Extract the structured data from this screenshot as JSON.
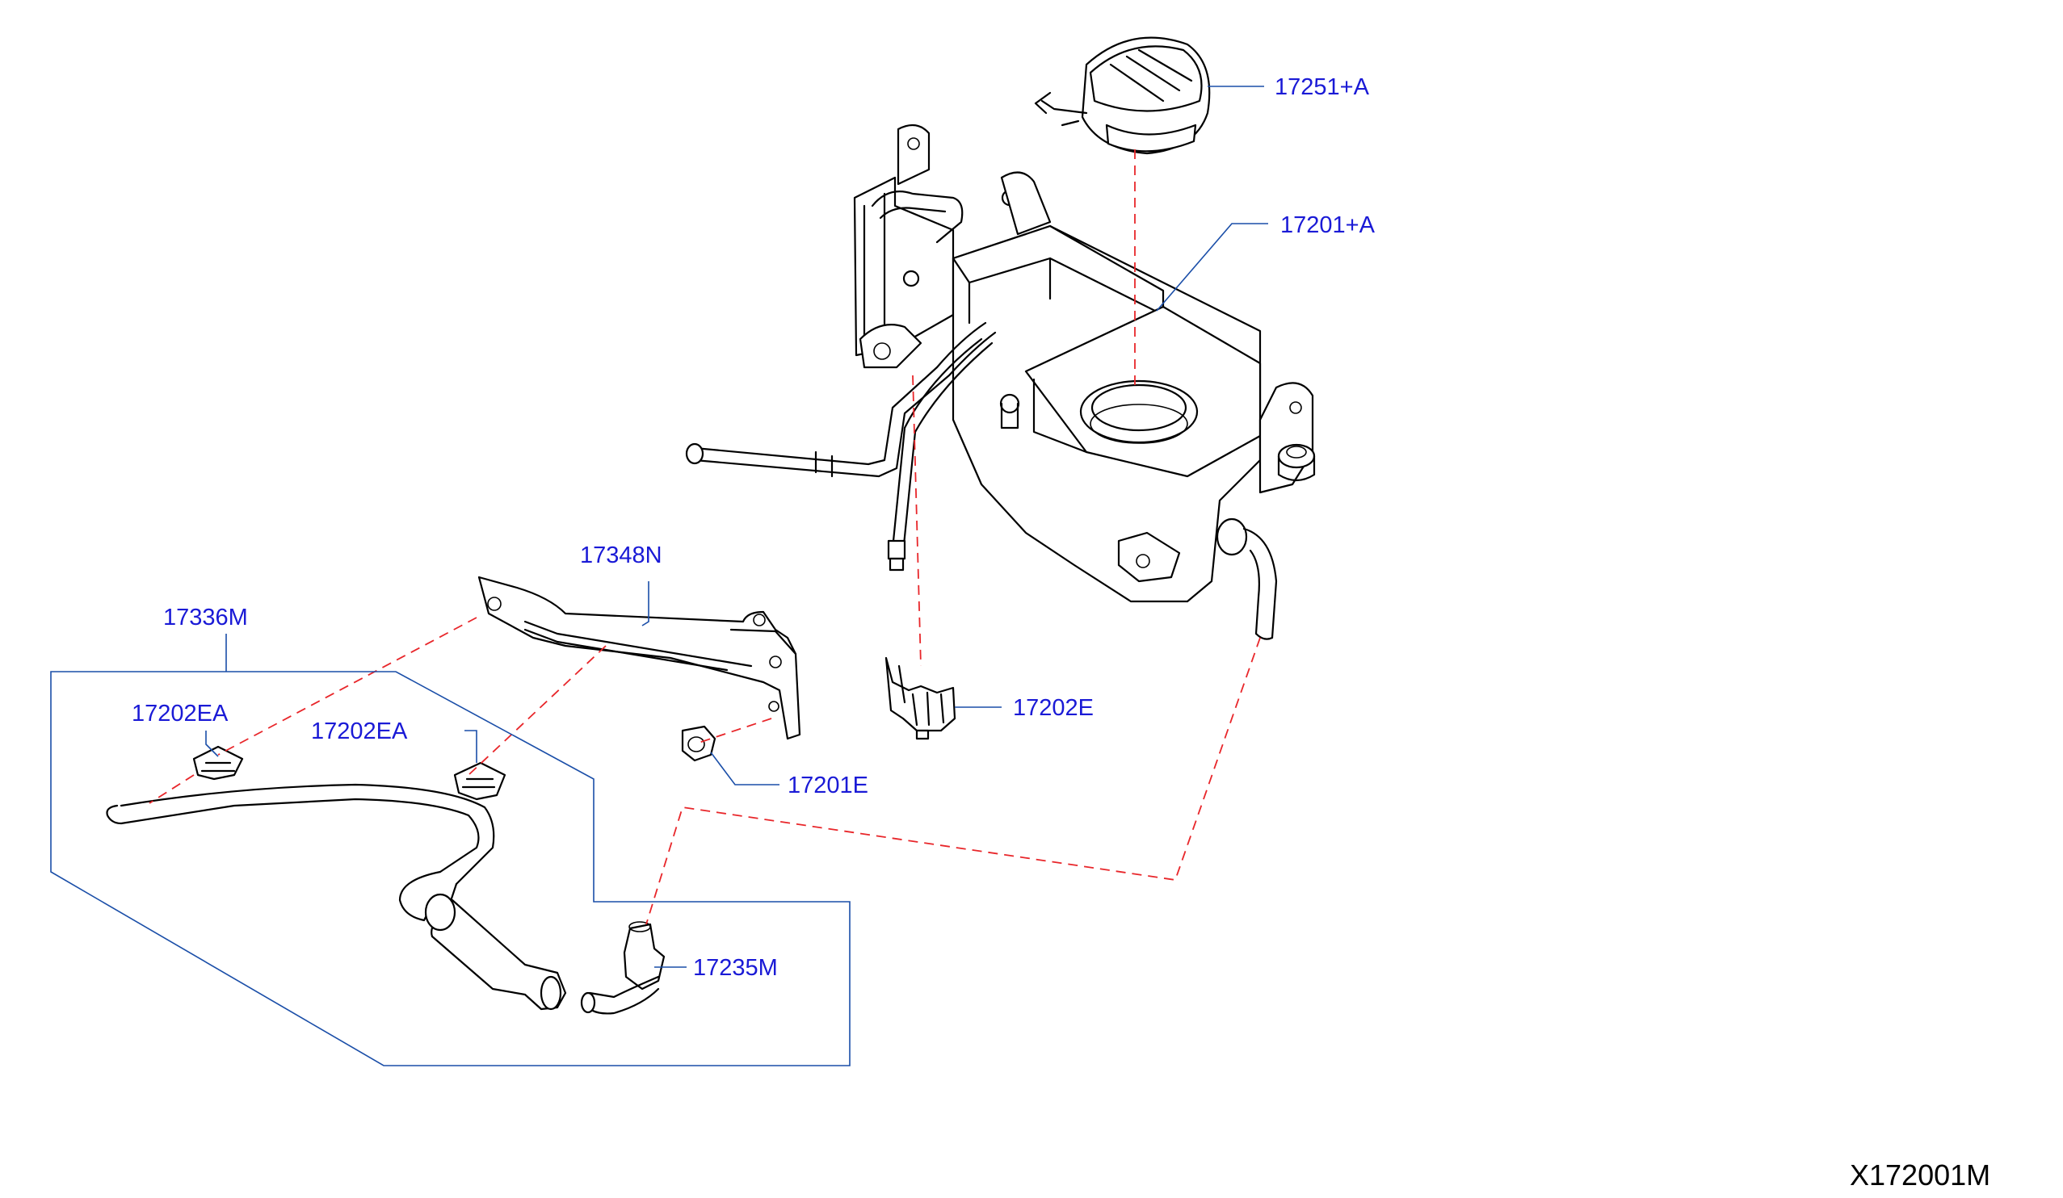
{
  "diagram": {
    "colors": {
      "callout_text": "#1a1ad6",
      "leader_line": "#1a4ea8",
      "dashed_guide": "#e8262a",
      "part_outline": "#000000",
      "background": "#ffffff"
    },
    "callouts": {
      "c17251A": "17251+A",
      "c17201A": "17201+A",
      "c17348N": "17348N",
      "c17336M": "17336M",
      "c17202EA_left": "17202EA",
      "c17202EA_right": "17202EA",
      "c17202E": "17202E",
      "c17201E": "17201E",
      "c17235M": "17235M"
    },
    "reference_code": "X172001M"
  }
}
